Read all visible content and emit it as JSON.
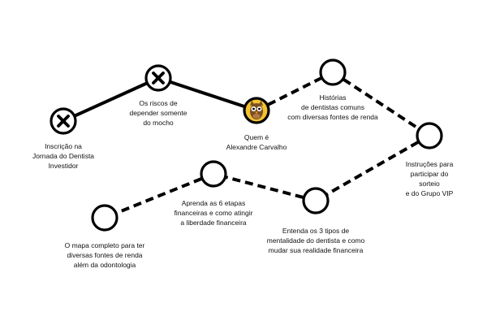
{
  "colors": {
    "line": "#000000",
    "node_fill": "#ffffff",
    "current_fill": "#f2c230",
    "owl_brown": "#7a4f24"
  },
  "steps": [
    {
      "id": "inscricao",
      "label": "Inscrição na\nJornada do Dentista\nInvestidor",
      "state": "done",
      "icon": "x-mark-icon"
    },
    {
      "id": "riscos",
      "label": "Os riscos de\ndepender somente\ndo mocho",
      "state": "done",
      "icon": "x-mark-icon"
    },
    {
      "id": "quem-e",
      "label": "Quem é\nAlexandre Carvalho",
      "state": "current",
      "icon": "owl-icon"
    },
    {
      "id": "historias",
      "label": "Histórias\nde dentistas comuns\ncom diversas fontes de renda",
      "state": "locked",
      "icon": ""
    },
    {
      "id": "instrucoes",
      "label": "Instruções para\nparticipar do sorteio\ne do Grupo VIP",
      "state": "locked",
      "icon": ""
    },
    {
      "id": "mentalidade",
      "label": "Entenda os 3 tipos de\nmentalidade do dentista e como\nmudar sua realidade financeira",
      "state": "locked",
      "icon": ""
    },
    {
      "id": "etapas",
      "label": "Aprenda as 6 etapas\nfinanceiras e como atingir\na liberdade financeira",
      "state": "locked",
      "icon": ""
    },
    {
      "id": "mapa",
      "label": "O mapa completo para ter\ndiversas fontes de renda\nalém da odontologia",
      "state": "locked",
      "icon": ""
    }
  ]
}
